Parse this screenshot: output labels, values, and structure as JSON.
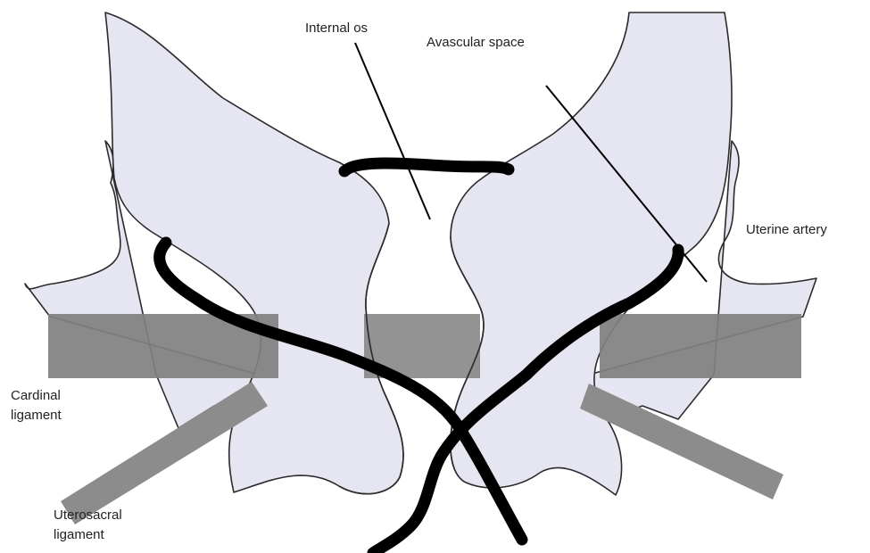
{
  "labels": {
    "internal_os": "Internal os",
    "avascular_space": "Avascular space",
    "uterine_artery": "Uterine artery",
    "cardinal_ligament": [
      "Cardinal",
      "ligament"
    ],
    "uterosacral_ligament": [
      "Uterosacral",
      "ligament"
    ]
  },
  "colors": {
    "tissue_fill": "#e6e6f2",
    "outline": "#2b2b2b",
    "ligament": "#808080",
    "suture": "#000000"
  }
}
